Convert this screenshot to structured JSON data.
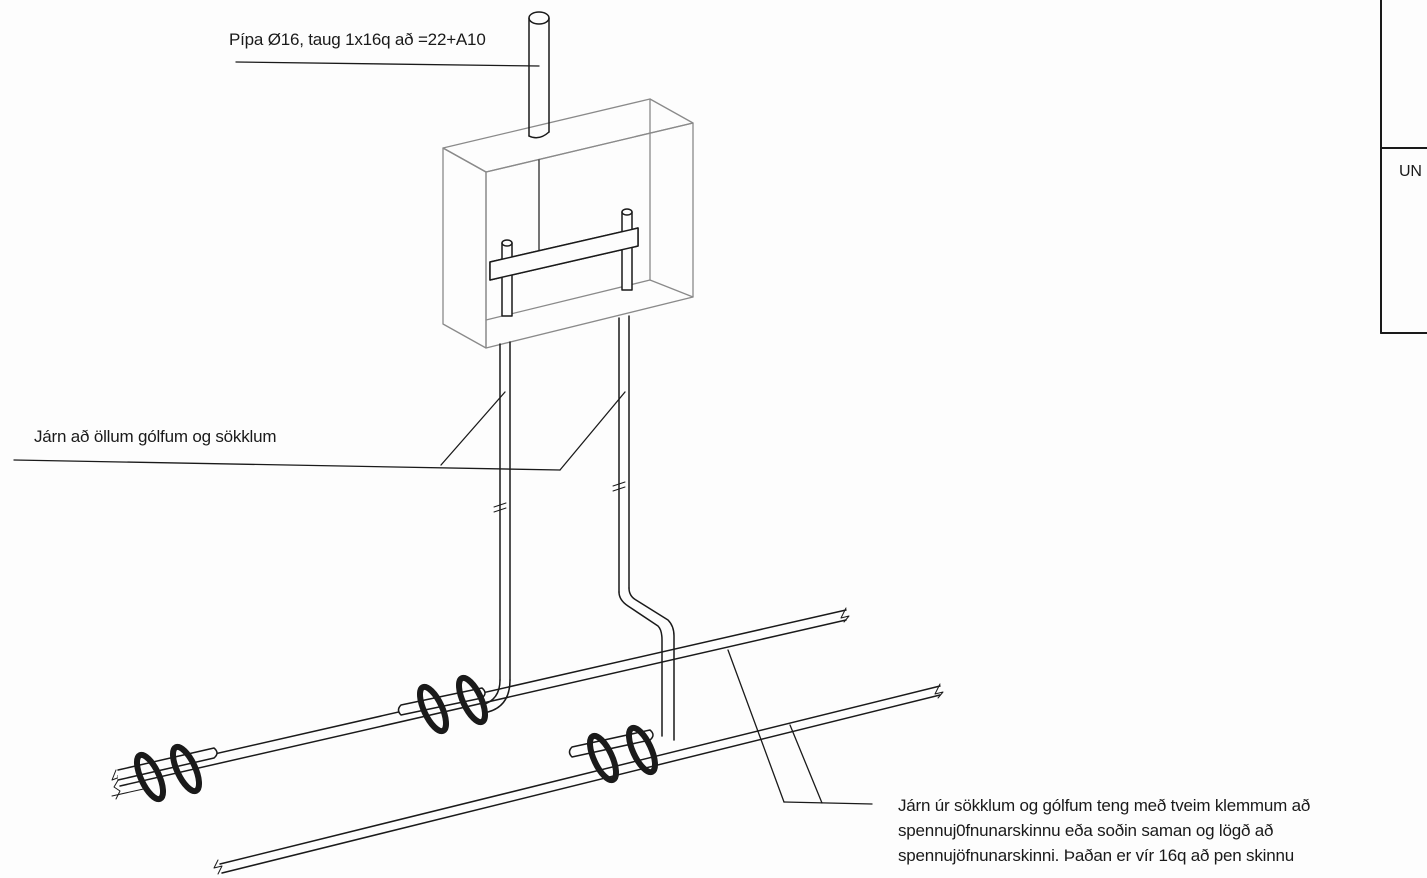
{
  "labels": {
    "pipe_callout": "Pípa Ø16, taug 1x16q að =22+A10",
    "iron_callout": "Járn að öllum gólfum og sökklum",
    "note_line1": "Járn úr sökklum og gólfum teng með tveim klemmum að",
    "note_line2": "spennuj0fnunarskinnu eða soðin saman og lögð að",
    "note_line3": "spennujöfnunarskinni.  Þaðan er vír 16q að pen skinnu",
    "title_block_fragment": "UN"
  },
  "colors": {
    "ink": "#1a1a1a",
    "box_line": "#8a8a8a",
    "paper": "#fdfdfd"
  }
}
